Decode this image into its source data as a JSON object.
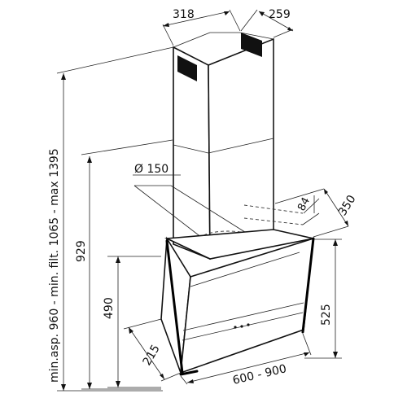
{
  "dimensions": {
    "chimney_width": "318",
    "chimney_depth": "259",
    "duct_diameter": "Ø 150",
    "outlet_offset": "84",
    "hood_depth": "350",
    "height_range": "min.asp. 960 - min. filt. 1065 - max 1395",
    "height_929": "929",
    "height_490": "490",
    "canopy_height": "525",
    "bottom_depth": "215",
    "width_range": "600 - 900"
  }
}
